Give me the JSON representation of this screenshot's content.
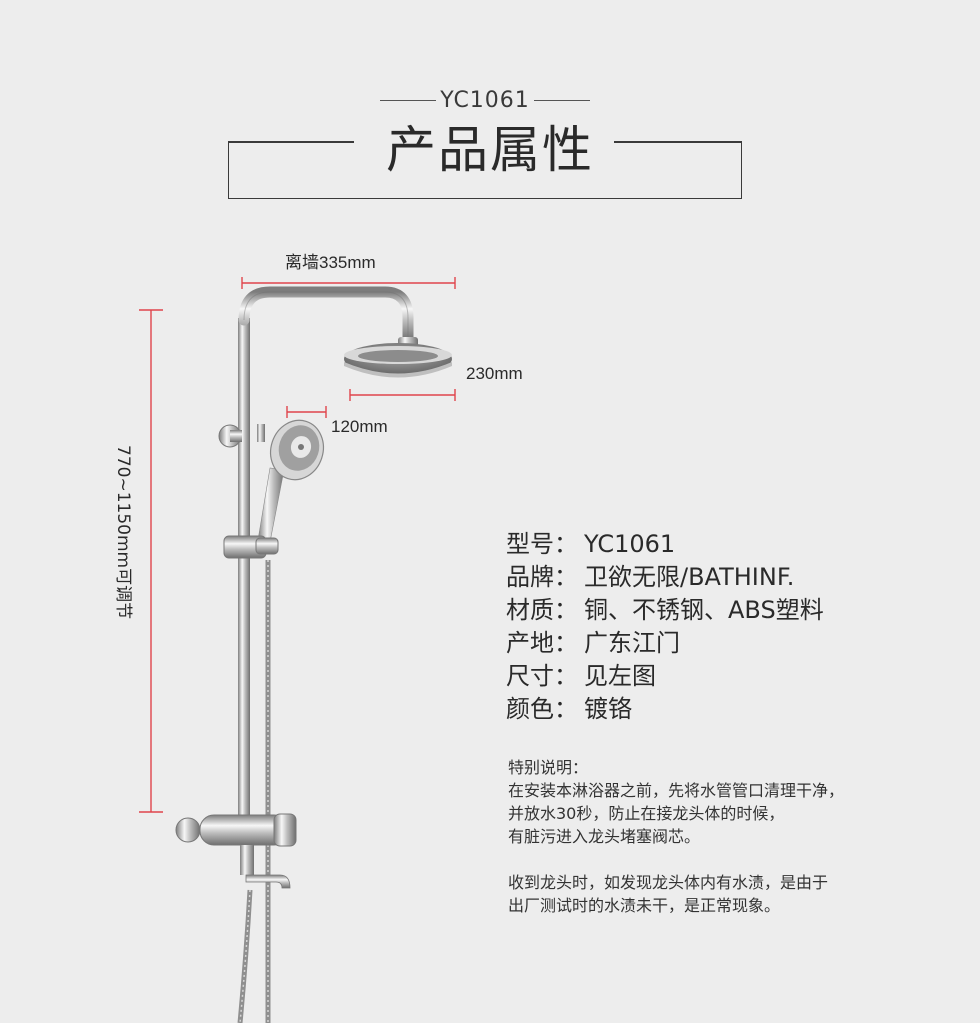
{
  "header": {
    "model": "YC1061",
    "title": "产品属性"
  },
  "dimensions": {
    "wall_distance": "离墙335mm",
    "head_diameter": "230mm",
    "hand_shower": "120mm",
    "height_range": "770~1150mm可调节"
  },
  "specs": [
    {
      "key": "型号",
      "sep": "：",
      "value": "YC1061"
    },
    {
      "key": "品牌",
      "sep": "：",
      "value": "卫欲无限/BATHINF."
    },
    {
      "key": "材质",
      "sep": "：",
      "value": "铜、不锈钢、ABS塑料"
    },
    {
      "key": "产地",
      "sep": "：",
      "value": "广东江门"
    },
    {
      "key": "尺寸",
      "sep": "：",
      "value": "见左图"
    },
    {
      "key": "颜色",
      "sep": "：",
      "value": "镀铬"
    }
  ],
  "notes": {
    "heading": "特别说明：",
    "lines": [
      "在安装本淋浴器之前，先将水管管口清理干净，",
      "并放水30秒，防止在接龙头体的时候，",
      "有脏污进入龙头堵塞阀芯。"
    ],
    "lines2": [
      "收到龙头时，如发现龙头体内有水渍，是由于",
      "出厂测试时的水渍未干，是正常现象。"
    ]
  },
  "colors": {
    "background": "#ededed",
    "dimension_line": "#e0454c",
    "chrome_dark": "#8a8a8a",
    "chrome_light": "#f5f5f5"
  }
}
